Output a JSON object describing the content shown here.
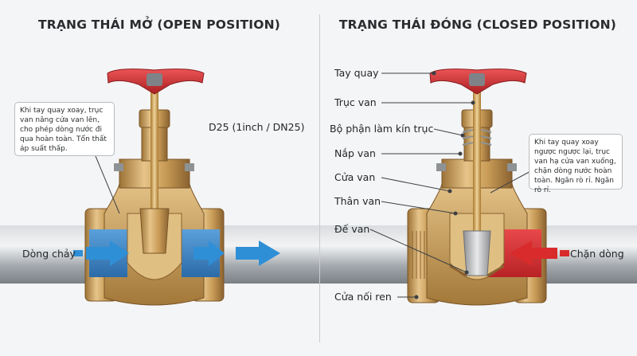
{
  "title_open": "TRẠNG THÁI MỞ (OPEN POSITION)",
  "title_closed": "TRẠNG THÁI ĐÓNG (CLOSED POSITION)",
  "size_label": "D25 (1inch / DN25)",
  "open_note": "Khi tay quay xoay, trục van nâng cửa van lên, cho phép dòng nước đi qua hoàn toàn. Tổn thất áp suất thấp.",
  "closed_note": "Khi tay quay xoay ngược ngược lại, trục van hạ cửa van xuống, chặn dòng nước hoàn toàn. Ngăn rò rỉ. Ngăn rò rỉ.",
  "flow_label": "Dòng chảy",
  "block_label": "Chặn dòng",
  "parts": {
    "handwheel": "Tay quay",
    "stem": "Trục van",
    "packing": "Bộ phận làm kín trục",
    "bonnet": "Nắp van",
    "gate": "Cửa van",
    "body": "Thân van",
    "seat": "Đế van",
    "thread": "Cửa nối ren"
  },
  "colors": {
    "brass": "#c9a063",
    "handwheel": "#d8383b",
    "pipe": "#a9aeb3",
    "water": "#3f86c8",
    "arrow_flow": "#2f8fd6",
    "arrow_block": "#d92b2b"
  }
}
